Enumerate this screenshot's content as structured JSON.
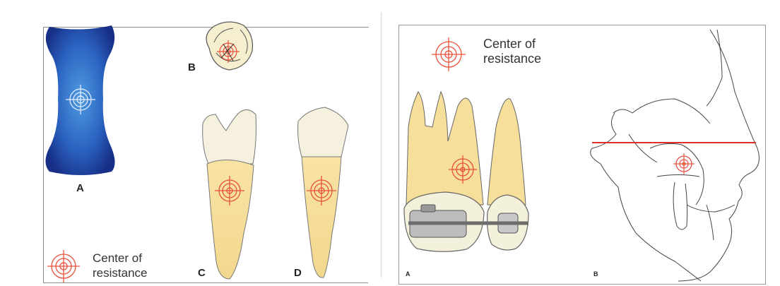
{
  "left_figure": {
    "labels": {
      "a": "A",
      "b": "B",
      "c": "C",
      "d": "D"
    },
    "legend": {
      "line1": "Center of",
      "line2": "resistance"
    }
  },
  "right_figure": {
    "labels": {
      "a": "A",
      "b": "B"
    },
    "legend": {
      "line1": "Center of",
      "line2": "resistance"
    }
  },
  "colors": {
    "target_red": "#e8503a",
    "target_white": "#ffffff",
    "blue_dark": "#1d3a8f",
    "blue_light": "#3f8ad6",
    "root_yellow": "#f7df9c",
    "crown_cream": "#f5f1de",
    "reference_line": "#d9322b"
  },
  "icons": [
    "center-of-resistance-icon"
  ]
}
